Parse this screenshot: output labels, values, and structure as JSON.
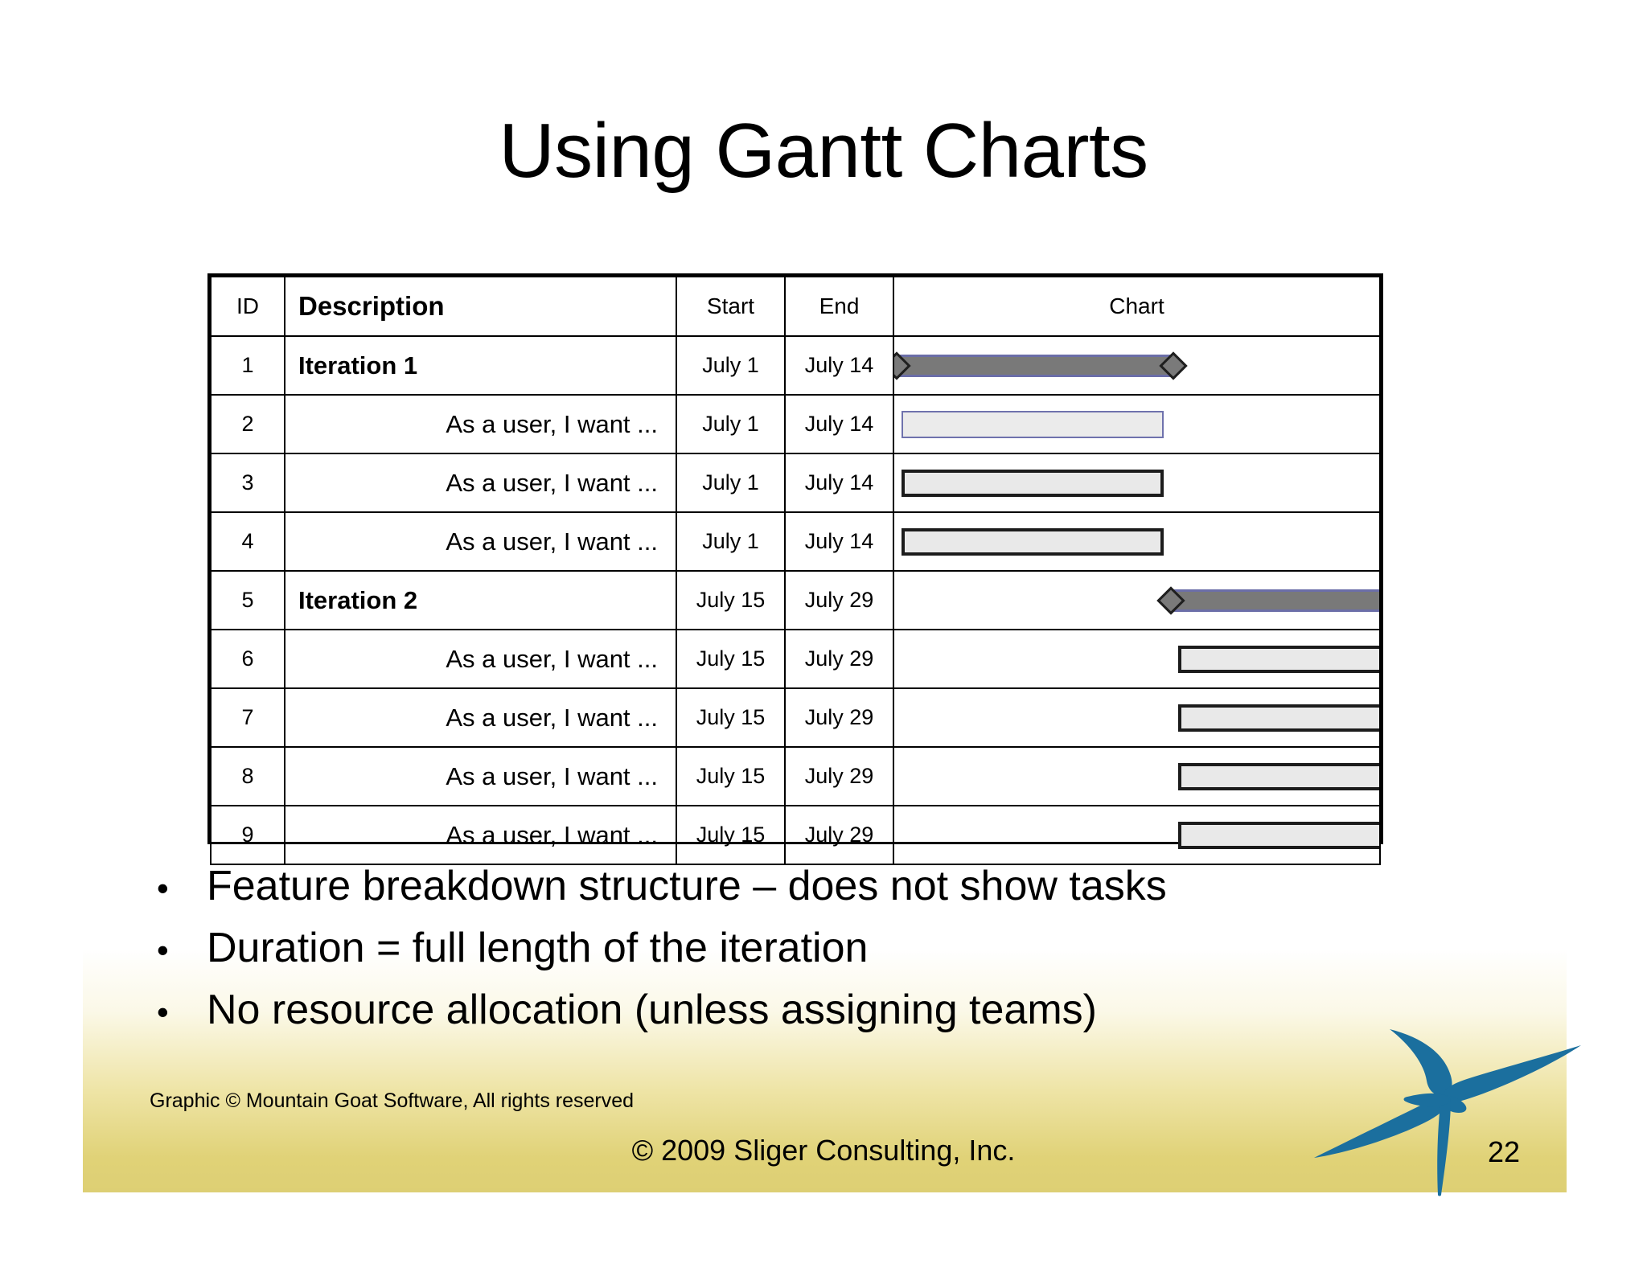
{
  "slide": {
    "title": "Using Gantt Charts",
    "page_number": "22",
    "credit": "Graphic © Mountain Goat Software, All rights reserved",
    "copyright": "© 2009 Sliger Consulting, Inc.",
    "gradient_color": "#e0d277",
    "logo_color": "#1b6f9e"
  },
  "bullets": [
    {
      "marker": "•",
      "text": "Feature breakdown structure – does not show tasks"
    },
    {
      "marker": "•",
      "text": "Duration = full length of the iteration"
    },
    {
      "marker": "•",
      "text": "No resource allocation (unless assigning teams)"
    }
  ],
  "chart_data": {
    "type": "table",
    "title": "Chart",
    "columns": [
      "ID",
      "Description",
      "Start",
      "End",
      "Chart"
    ],
    "rows": [
      {
        "id": "1",
        "description": "Iteration 1",
        "start": "July 1",
        "end": "July 14",
        "kind": "summary",
        "bar_left_pct": 0.5,
        "bar_width_pct": 57.0
      },
      {
        "id": "2",
        "description": "As a user, I want ...",
        "start": "July 1",
        "end": "July 14",
        "kind": "task-blue",
        "bar_left_pct": 1.5,
        "bar_width_pct": 54.0
      },
      {
        "id": "3",
        "description": "As a user, I want ...",
        "start": "July 1",
        "end": "July 14",
        "kind": "task-black",
        "bar_left_pct": 1.5,
        "bar_width_pct": 54.0
      },
      {
        "id": "4",
        "description": "As a user, I want ...",
        "start": "July 1",
        "end": "July 14",
        "kind": "task-black",
        "bar_left_pct": 1.5,
        "bar_width_pct": 54.0
      },
      {
        "id": "5",
        "description": "Iteration 2",
        "start": "July 15",
        "end": "July 29",
        "kind": "summary",
        "bar_left_pct": 57.0,
        "bar_width_pct": 45.0
      },
      {
        "id": "6",
        "description": "As a user, I want ...",
        "start": "July 15",
        "end": "July 29",
        "kind": "task-black",
        "bar_left_pct": 58.5,
        "bar_width_pct": 43.5
      },
      {
        "id": "7",
        "description": "As a user, I want ...",
        "start": "July 15",
        "end": "July 29",
        "kind": "task-black",
        "bar_left_pct": 58.5,
        "bar_width_pct": 43.5
      },
      {
        "id": "8",
        "description": "As a user, I want ...",
        "start": "July 15",
        "end": "July 29",
        "kind": "task-black",
        "bar_left_pct": 58.5,
        "bar_width_pct": 43.5
      },
      {
        "id": "9",
        "description": "As a user, I want ...",
        "start": "July 15",
        "end": "July 29",
        "kind": "task-black",
        "bar_left_pct": 58.5,
        "bar_width_pct": 43.5
      }
    ],
    "bar_styles": {
      "summary": {
        "fill": "#797979",
        "edge": "#6b6ea8",
        "endpoint": "diamond"
      },
      "task-blue": {
        "fill": "#ebebeb",
        "edge": "#6f72ad"
      },
      "task-black": {
        "fill": "#e9e9e9",
        "edge": "#1c1c1c"
      }
    },
    "timeline": {
      "start": "July 1",
      "end": "July 29"
    }
  }
}
